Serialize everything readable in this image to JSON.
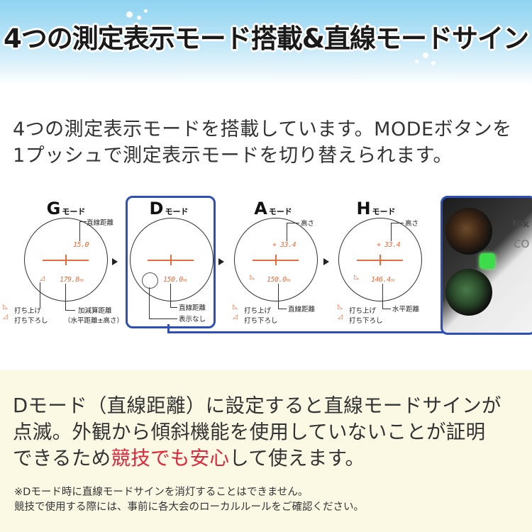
{
  "title": "4つの測定表示モード搭載&直線モードサイン",
  "intro": {
    "line1": "4つの測定表示モードを搭載しています。MODEボタンを",
    "line2": "1プッシュで測定表示モードを切り替えられます。"
  },
  "modes": {
    "g": {
      "letter": "G",
      "suffix": "モード",
      "top_value": "15.0",
      "bottom_value": "179.8",
      "unit": "Yd",
      "label_top": "直線距離",
      "label_up": "打ち上げ",
      "label_down": "打ち下ろし",
      "label_calc": "加減算距離",
      "label_calc_note": "（水平距離±高さ）"
    },
    "d": {
      "letter": "D",
      "suffix": "モード",
      "bottom_value": "150.0",
      "unit": "Yd",
      "label_distance": "直線距離",
      "label_no_display": "表示なし"
    },
    "a": {
      "letter": "A",
      "suffix": "モード",
      "top_value": "+ 33.4",
      "bottom_value": "150.0",
      "unit": "Yd",
      "label_top": "高さ",
      "label_up": "打ち上げ",
      "label_down": "打ち下ろし",
      "label_distance": "直線距離"
    },
    "h": {
      "letter": "H",
      "suffix": "モード",
      "top_value": "+ 33.4",
      "bottom_value": "146.4",
      "unit": "Yd",
      "label_top": "高さ",
      "label_up": "打ち上げ",
      "label_down": "打ち下ろし",
      "label_distance": "水平距離"
    }
  },
  "device": {
    "brand_text": "Nik",
    "model_text": "CO",
    "indicator_color": "#3ddc4a"
  },
  "colors": {
    "accent_blue": "#2f4fb5",
    "display_orange": "#e66b3d",
    "highlight_red": "#e0263b"
  },
  "description": {
    "line1": "Dモード（直線距離）に設定すると直線モードサインが",
    "line2": "点滅。外観から傾斜機能を使用していないことが証明",
    "line3_prefix": "できるため",
    "line3_highlight": "競技でも安心",
    "line3_suffix": "して使えます。"
  },
  "notes": {
    "line1": "※Dモード時に直線モードサインを消灯することはできません。",
    "line2": "競技で使用する際には、事前に各大会のローカルルールをご確認ください。"
  }
}
